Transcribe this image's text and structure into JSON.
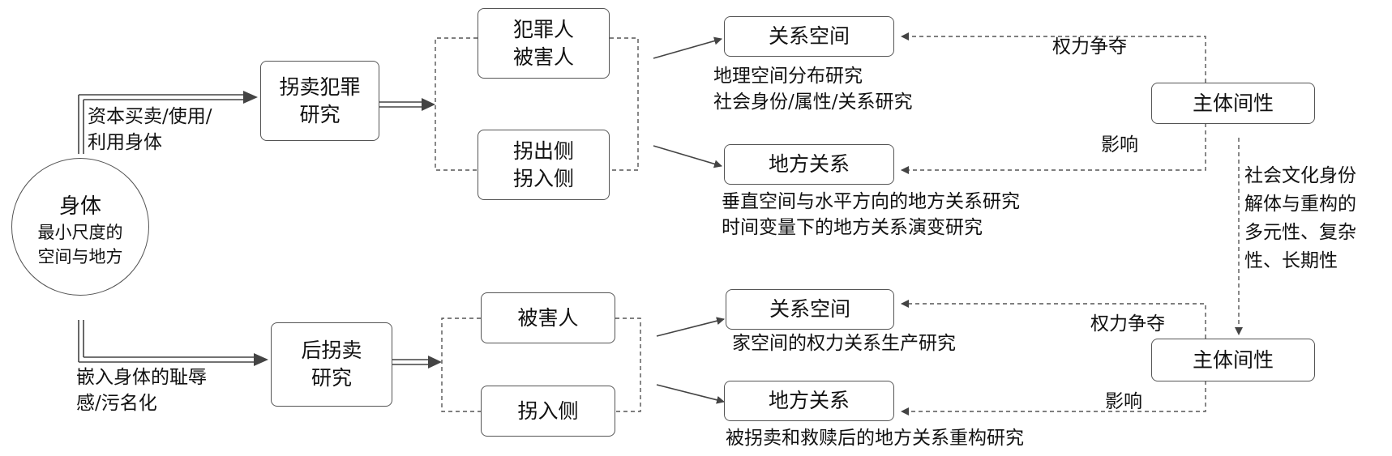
{
  "body_node": {
    "title": "身体",
    "subtitle": "最小尺度的\n空间与地方"
  },
  "edge_labels": {
    "upper_branch": "资本买卖/使用/\n利用身体",
    "lower_branch": "嵌入身体的耻辱\n感/污名化",
    "power_top": "权力争夺",
    "influence_top": "影响",
    "power_bottom": "权力争夺",
    "influence_bottom": "影响",
    "sociocultural": "社会文化身份\n解体与重构的\n多元性、复杂\n性、长期性"
  },
  "upper": {
    "research": "拐卖犯罪\n研究",
    "actors_1": "犯罪人\n被害人",
    "actors_2": "拐出侧\n拐入侧",
    "relational_space": "关系空间",
    "relational_space_topics": "地理空间分布研究\n社会身份/属性/关系研究",
    "place_relation": "地方关系",
    "place_relation_topics": "垂直空间与水平方向的地方关系研究\n时间变量下的地方关系演变研究",
    "intersubjectivity": "主体间性"
  },
  "lower": {
    "research": "后拐卖\n研究",
    "actors_1": "被害人",
    "actors_2": "拐入侧",
    "relational_space": "关系空间",
    "relational_space_topics": "家空间的权力关系生产研究",
    "place_relation": "地方关系",
    "place_relation_topics": "被拐卖和救赎后的地方关系重构研究",
    "intersubjectivity": "主体间性"
  }
}
